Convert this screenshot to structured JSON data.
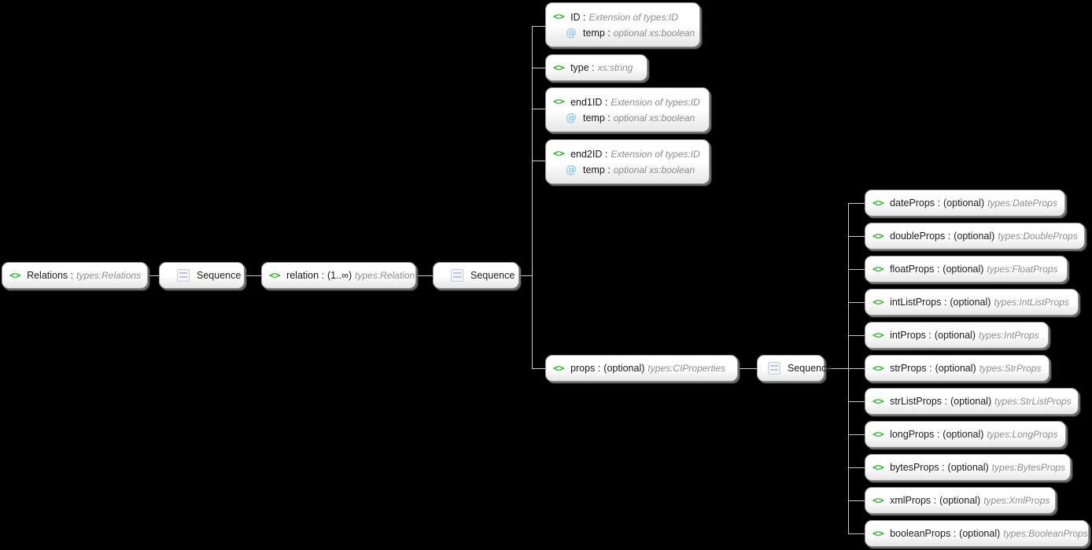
{
  "diagram": {
    "kind": "xsd-schema-tree",
    "background_color": "#000000",
    "box_fill_color": "#ffffff",
    "box_border_color": "#9a9a9a",
    "connector_color": "#c8c8c8",
    "element_icon_color": "#22b322",
    "attribute_icon_color": "#8fc9ee",
    "type_text_color": "#8c8c8c",
    "icons": {
      "element": "<>",
      "attribute": "@",
      "sequence": "sequence-icon"
    }
  },
  "root": {
    "name": "Relations :",
    "type": "types:Relations"
  },
  "sequence_label": "Sequence",
  "relation": {
    "name": "relation :",
    "occurs": "(1..∞)",
    "type": "types:Relation"
  },
  "relation_children": [
    {
      "name": "ID :",
      "type": "Extension of types:ID",
      "attribute": {
        "name": "temp :",
        "type": "optional xs:boolean"
      }
    },
    {
      "name": "type :",
      "type": "xs:string",
      "attribute": null
    },
    {
      "name": "end1ID :",
      "type": "Extension of types:ID",
      "attribute": {
        "name": "temp :",
        "type": "optional xs:boolean"
      }
    },
    {
      "name": "end2ID :",
      "type": "Extension of types:ID",
      "attribute": {
        "name": "temp :",
        "type": "optional xs:boolean"
      }
    }
  ],
  "props": {
    "name": "props :",
    "occurs": "(optional)",
    "type": "types:CIProperties"
  },
  "props_children": [
    {
      "name": "dateProps :",
      "occurs": "(optional)",
      "type": "types:DateProps"
    },
    {
      "name": "doubleProps :",
      "occurs": "(optional)",
      "type": "types:DoubleProps"
    },
    {
      "name": "floatProps :",
      "occurs": "(optional)",
      "type": "types:FloatProps"
    },
    {
      "name": "intListProps :",
      "occurs": "(optional)",
      "type": "types:IntListProps"
    },
    {
      "name": "intProps :",
      "occurs": "(optional)",
      "type": "types:IntProps"
    },
    {
      "name": "strProps :",
      "occurs": "(optional)",
      "type": "types:StrProps"
    },
    {
      "name": "strListProps :",
      "occurs": "(optional)",
      "type": "types:StrListProps"
    },
    {
      "name": "longProps :",
      "occurs": "(optional)",
      "type": "types:LongProps"
    },
    {
      "name": "bytesProps :",
      "occurs": "(optional)",
      "type": "types:BytesProps"
    },
    {
      "name": "xmlProps :",
      "occurs": "(optional)",
      "type": "types:XmlProps"
    },
    {
      "name": "booleanProps :",
      "occurs": "(optional)",
      "type": "types:BooleanProps"
    }
  ]
}
